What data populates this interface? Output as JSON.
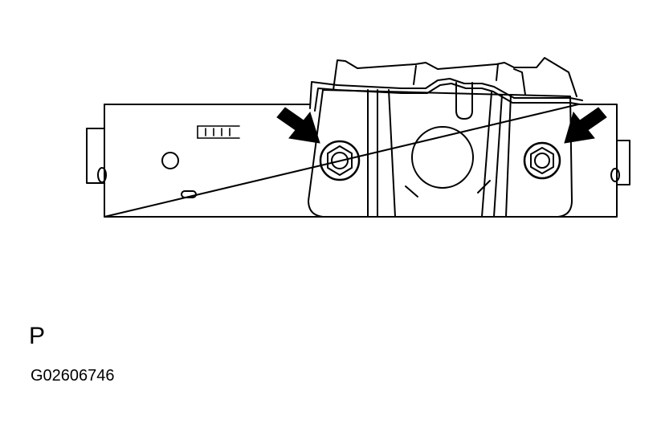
{
  "figure": {
    "view_label": "P",
    "figure_code": "G02606746"
  },
  "callouts": [
    {
      "name": "left-bolt-arrow",
      "target": "left-mounting-bolt"
    },
    {
      "name": "right-bolt-arrow",
      "target": "right-mounting-bolt"
    }
  ]
}
